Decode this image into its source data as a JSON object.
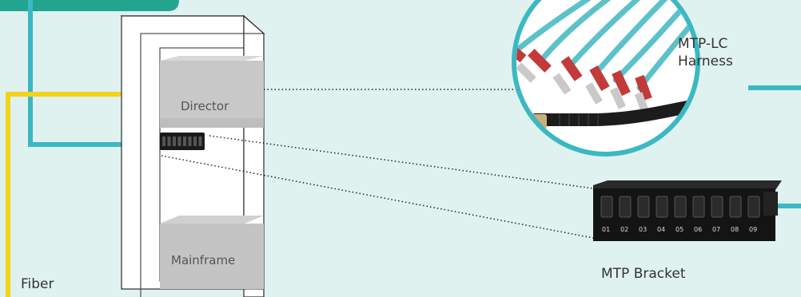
{
  "labels": {
    "director": "Director",
    "mainframe": "Mainframe",
    "fiber": "Fiber",
    "harness_line1": "MTP-LC",
    "harness_line2": "Harness",
    "bracket": "MTP Bracket"
  },
  "bracket_ports": [
    "01",
    "02",
    "03",
    "04",
    "05",
    "06",
    "07",
    "08",
    "09"
  ],
  "colors": {
    "background": "#dff2f0",
    "teal": "#3bb8c3",
    "yellow": "#f5d21a",
    "cabinet_fill": "#c7c7c7",
    "cabinet_outline": "#2a2a2a",
    "tab": "#23a48f",
    "cable": "#3fa9b2"
  }
}
